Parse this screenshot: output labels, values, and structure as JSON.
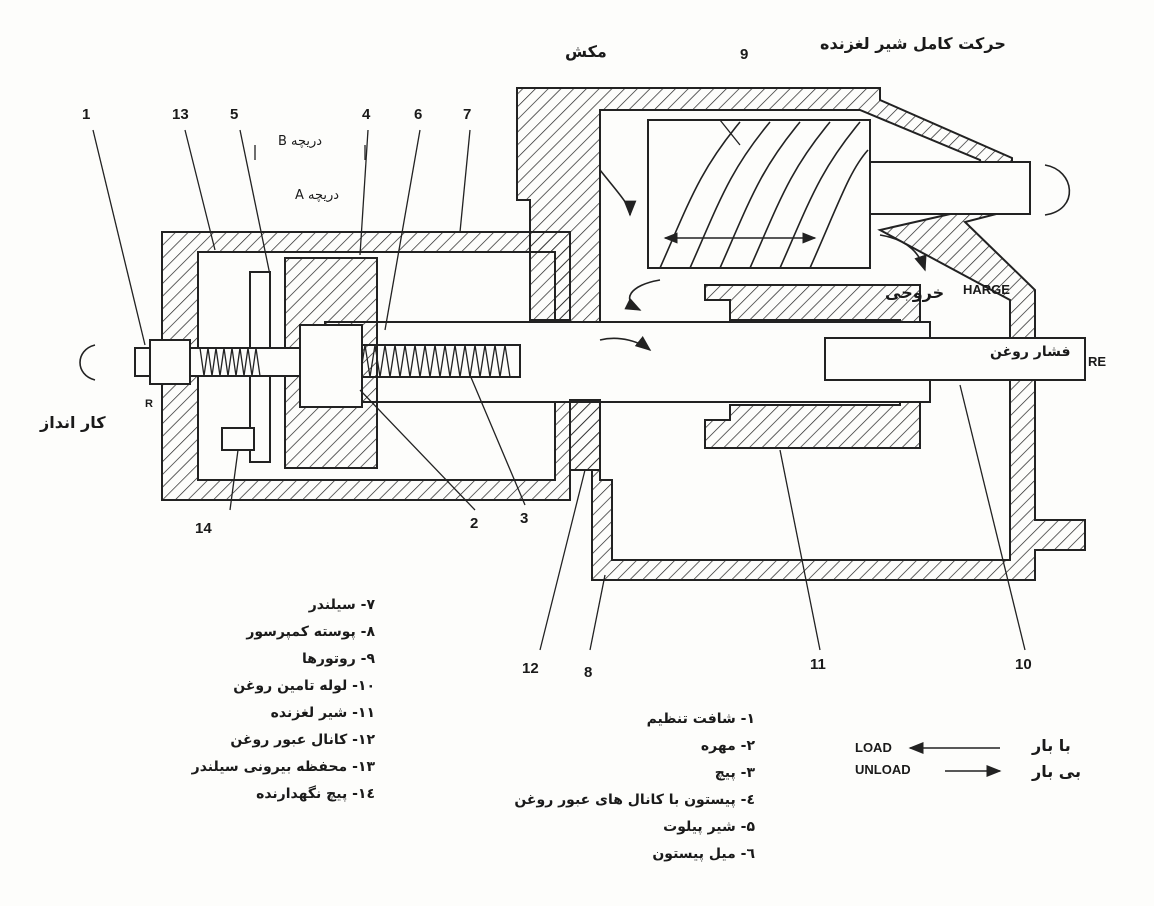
{
  "labels": {
    "suction": "مکش",
    "full_slide_motion": "حرکت کامل شیر لغزنده",
    "port_b": "دریچه B",
    "port_a": "دریچه A",
    "discharge": "خروجی",
    "discharge_partial": "HARGE",
    "oil_pressure": "فشار روغن",
    "oil_pressure_partial": "RE",
    "startup": "کار انداز",
    "startup_partial": "R"
  },
  "callouts": [
    "1",
    "13",
    "5",
    "4",
    "6",
    "7",
    "9",
    "14",
    "2",
    "3",
    "12",
    "8",
    "11",
    "10"
  ],
  "legend_right": [
    "۷- سیلندر",
    "۸- پوسته کمپرسور",
    "۹- روتورها",
    "۱۰- لوله تامین روغن",
    "۱۱- شیر لغزنده",
    "۱۲- کانال عبور روغن",
    "۱۳- محفظه بیرونی سیلندر",
    "۱٤- پیچ نگهدارنده"
  ],
  "legend_middle": [
    "۱- شافت تنظیم",
    "۲- مهره",
    "۳- پیچ",
    "٤- پیستون با کانال های عبور روغن",
    "۵- شیر پیلوت",
    "٦- میل پیستون"
  ],
  "load_legend": {
    "load_en": "LOAD",
    "load_fa": "با بار",
    "unload_en": "UNLOAD",
    "unload_fa": "بی بار"
  }
}
